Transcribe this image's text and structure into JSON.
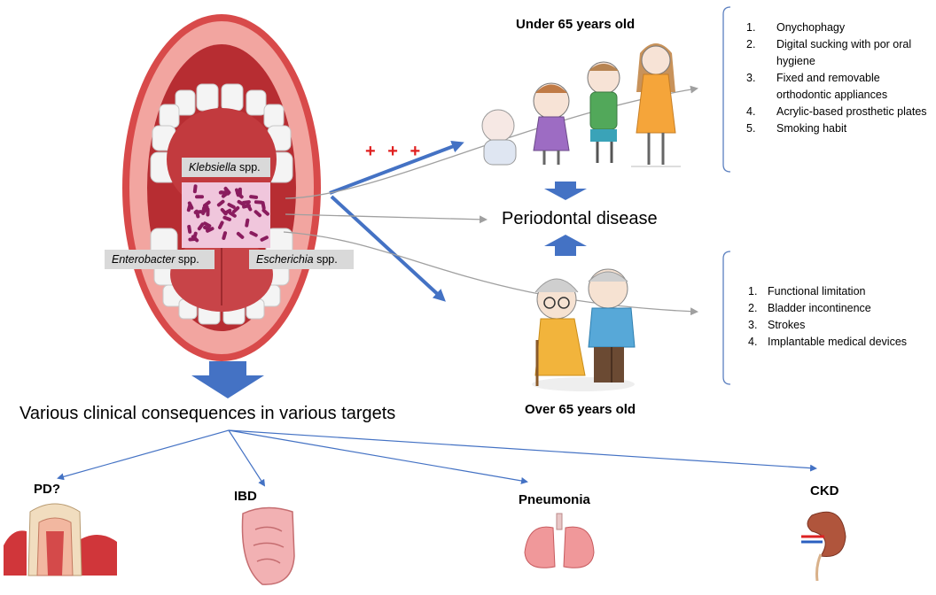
{
  "bacteria": {
    "klebsiella": {
      "genus": "Klebsiella",
      "suffix": " spp."
    },
    "enterobacter": {
      "genus": "Enterobacter",
      "suffix": " spp."
    },
    "escherichia": {
      "genus": "Escherichia",
      "suffix": " spp."
    }
  },
  "plus_signs": "+ + +",
  "under65": {
    "title": "Under 65 years old",
    "items": [
      {
        "num": "1.",
        "text": "Onychophagy"
      },
      {
        "num": "2.",
        "text": "Digital sucking with por oral hygiene"
      },
      {
        "num": "3.",
        "text": "Fixed and removable orthodontic appliances"
      },
      {
        "num": "4.",
        "text": "Acrylic-based prosthetic plates"
      },
      {
        "num": "5.",
        "text": "Smoking habit"
      }
    ]
  },
  "center": {
    "periodontal": "Periodontal disease"
  },
  "over65": {
    "title": "Over 65 years old",
    "items": [
      {
        "num": "1.",
        "text": "Functional limitation"
      },
      {
        "num": "2.",
        "text": "Bladder incontinence"
      },
      {
        "num": "3.",
        "text": "Strokes"
      },
      {
        "num": "4.",
        "text": "Implantable medical devices"
      }
    ]
  },
  "consequences": {
    "title": "Various clinical consequences in various targets"
  },
  "targets": [
    {
      "label": "PD?",
      "icon": "tooth-icon"
    },
    {
      "label": "IBD",
      "icon": "intestine-icon"
    },
    {
      "label": "Pneumonia",
      "icon": "lungs-icon"
    },
    {
      "label": "CKD",
      "icon": "kidney-icon"
    }
  ],
  "colors": {
    "arrow_blue": "#4472c4",
    "gum_red": "#c9373a",
    "plus_red": "#e02020",
    "label_gray": "#d9d9d9"
  }
}
